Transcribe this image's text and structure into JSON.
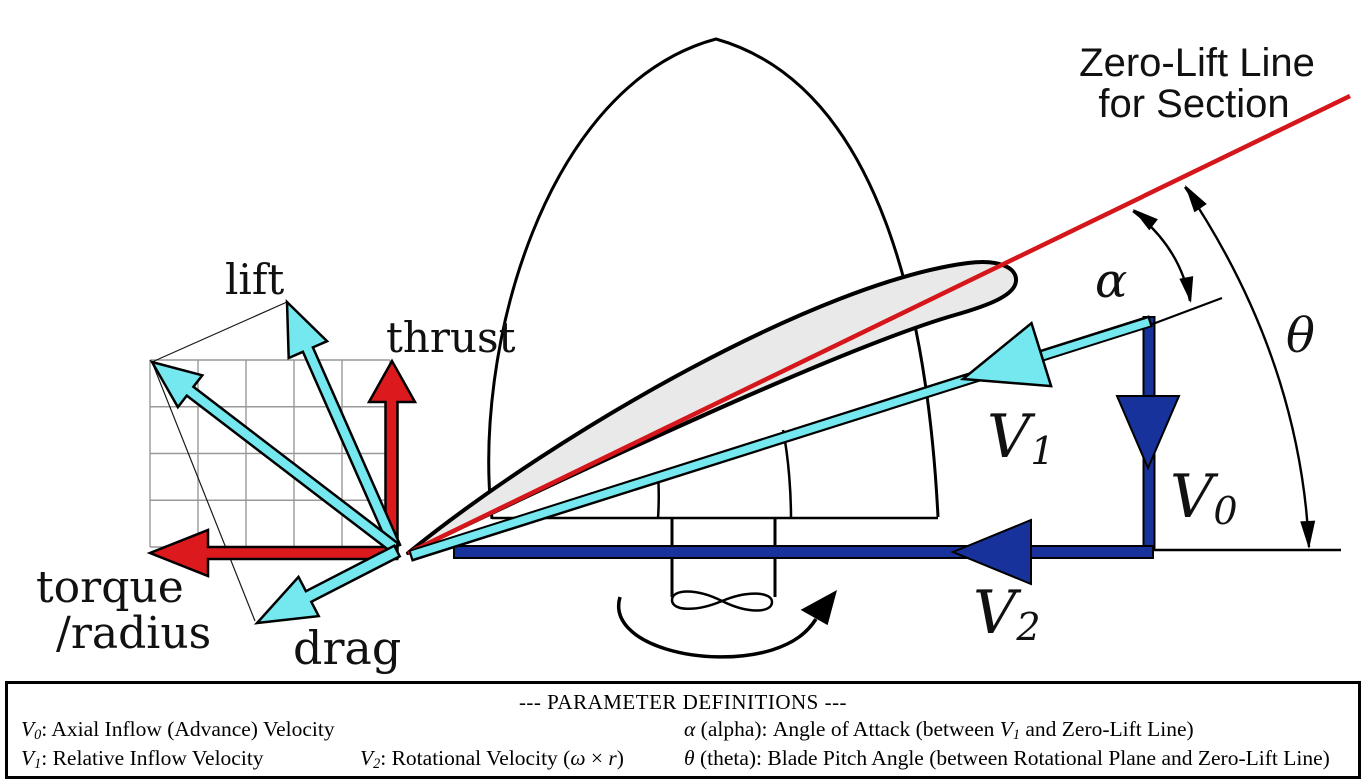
{
  "colors": {
    "cyan_arrow": "#75E7EE",
    "red_arrow": "#DC1A1D",
    "navy_arrow": "#17339B",
    "zero_lift_red": "#D5161B",
    "airfoil_fill": "#E9E9E9",
    "grid_gray": "#999999"
  },
  "annotations": {
    "zero_lift_line1": "Zero-Lift Line",
    "zero_lift_line2": "for Section",
    "lift": "lift",
    "thrust": "thrust",
    "torque_line1": "torque",
    "torque_line2": "/radius",
    "drag": "drag",
    "alpha": "α",
    "theta": "θ",
    "v_base": "V",
    "v0_sub": "0",
    "v1_sub": "1",
    "v2_sub": "2"
  },
  "definitions": {
    "title": "--- PARAMETER DEFINITIONS ---",
    "v0": [
      [
        "V",
        "var"
      ],
      [
        "0",
        "sub"
      ],
      [
        ": Axial Inflow (Advance) Velocity",
        ""
      ]
    ],
    "v1": [
      [
        "V",
        "var"
      ],
      [
        "1",
        "sub"
      ],
      [
        ": Relative Inflow Velocity",
        ""
      ]
    ],
    "v2": [
      [
        "V",
        "var"
      ],
      [
        "2",
        "sub"
      ],
      [
        ": Rotational Velocity (",
        ""
      ],
      [
        "ω",
        "var"
      ],
      [
        " × ",
        ""
      ],
      [
        "r",
        "var"
      ],
      [
        ")",
        ""
      ]
    ],
    "alpha": [
      [
        "α",
        "var"
      ],
      [
        " (alpha): Angle of Attack (between ",
        ""
      ],
      [
        "V",
        "var"
      ],
      [
        "1",
        "sub"
      ],
      [
        " and Zero-Lift Line)",
        ""
      ]
    ],
    "theta": [
      [
        "θ",
        "var"
      ],
      [
        " (theta): Blade Pitch Angle (between Rotational Plane and Zero-Lift Line)",
        ""
      ]
    ]
  }
}
